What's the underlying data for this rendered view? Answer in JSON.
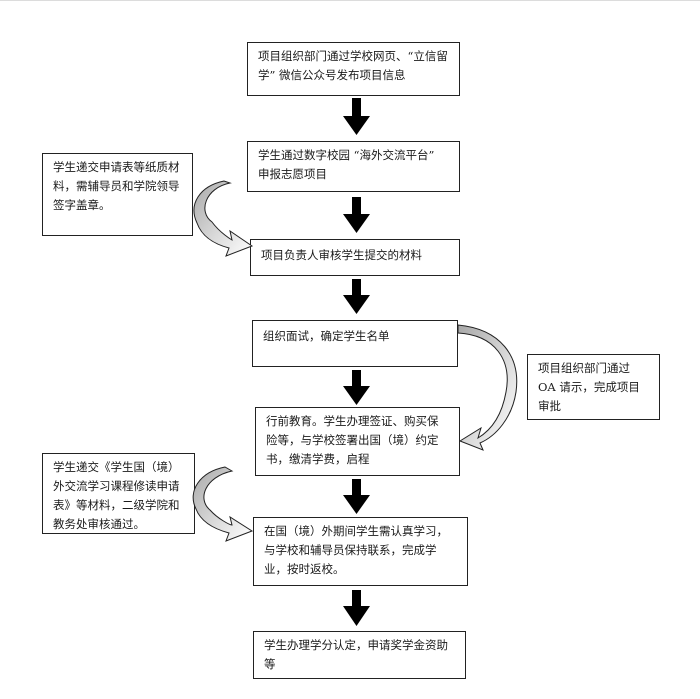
{
  "steps": [
    {
      "text": "项目组织部门通过学校网页、“立信留学” 微信公众号发布项目信息"
    },
    {
      "text": "学生通过数字校园 “海外交流平台” 申报志愿项目"
    },
    {
      "text": "项目负责人审核学生提交的材料"
    },
    {
      "text": "组织面试，确定学生名单"
    },
    {
      "text": "行前教育。学生办理签证、购买保险等，与学校签署出国（境）约定书，缴清学费，启程"
    },
    {
      "text": "在国（境）外期间学生需认真学习，与学校和辅导员保持联系，完成学业，按时返校。"
    },
    {
      "text": "学生办理学分认定，申请奖学金资助等"
    }
  ],
  "side_notes": [
    {
      "text": "学生递交申请表等纸质材料，需辅导员和学院领导签字盖章。"
    },
    {
      "text": "项目组织部门通过 OA 请示，完成项目审批"
    },
    {
      "text": "学生递交《学生国（境）外交流学习课程修读申请表》等材料，二级学院和教务处审核通过。"
    }
  ]
}
